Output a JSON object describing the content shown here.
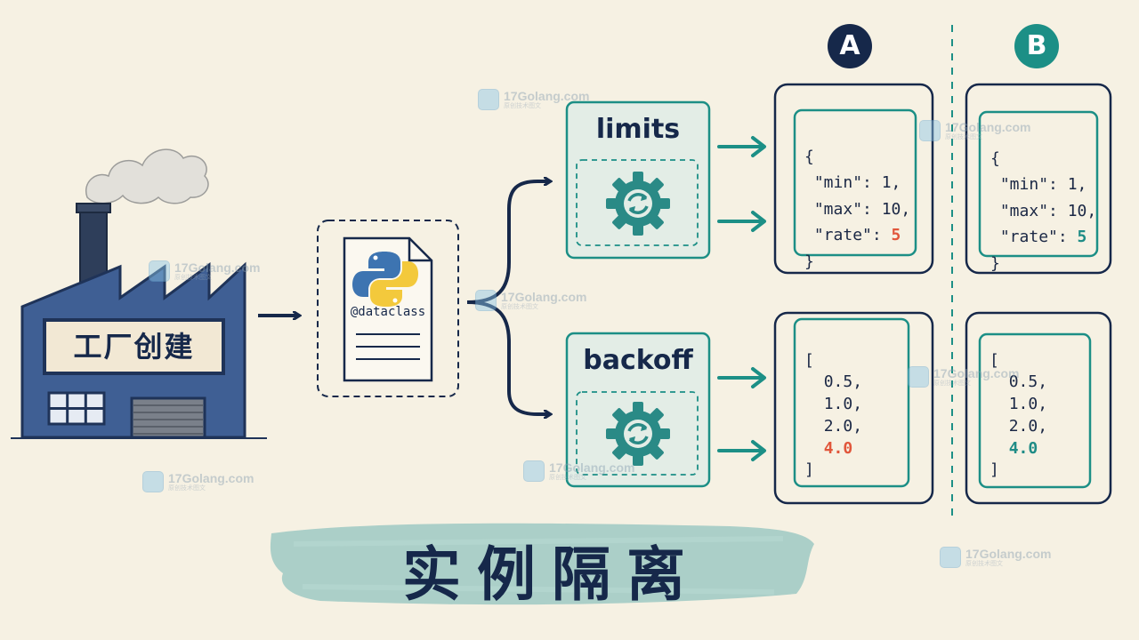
{
  "factory": {
    "label": "工厂创建"
  },
  "dataclass_doc": {
    "label": "@dataclass"
  },
  "fields": [
    {
      "name": "limits"
    },
    {
      "name": "backoff"
    }
  ],
  "instances": [
    {
      "badge": "A",
      "color": "#16284a"
    },
    {
      "badge": "B",
      "color": "#1c8f86"
    }
  ],
  "limits_json": {
    "open": "{",
    "line_min": "\"min\": 1,",
    "line_max": "\"max\": 10,",
    "rate_key": "\"rate\": ",
    "rate_value": "5",
    "close": "}"
  },
  "backoff_list": {
    "open": "[",
    "items": [
      "0.5,",
      "1.0,",
      "2.0,"
    ],
    "last": "4.0",
    "close": "]"
  },
  "title": "实例隔离",
  "watermark": {
    "text": "17Golang.com",
    "sub": "原创技术图文"
  },
  "colors": {
    "navy": "#16284a",
    "teal": "#1c8f86",
    "red": "#e1563b",
    "factory": "#3f5f94",
    "bg": "#f6f1e3"
  },
  "icons": [
    "smoke-cloud",
    "python-logo",
    "gear-refresh-icon",
    "arrow-right-icon"
  ]
}
